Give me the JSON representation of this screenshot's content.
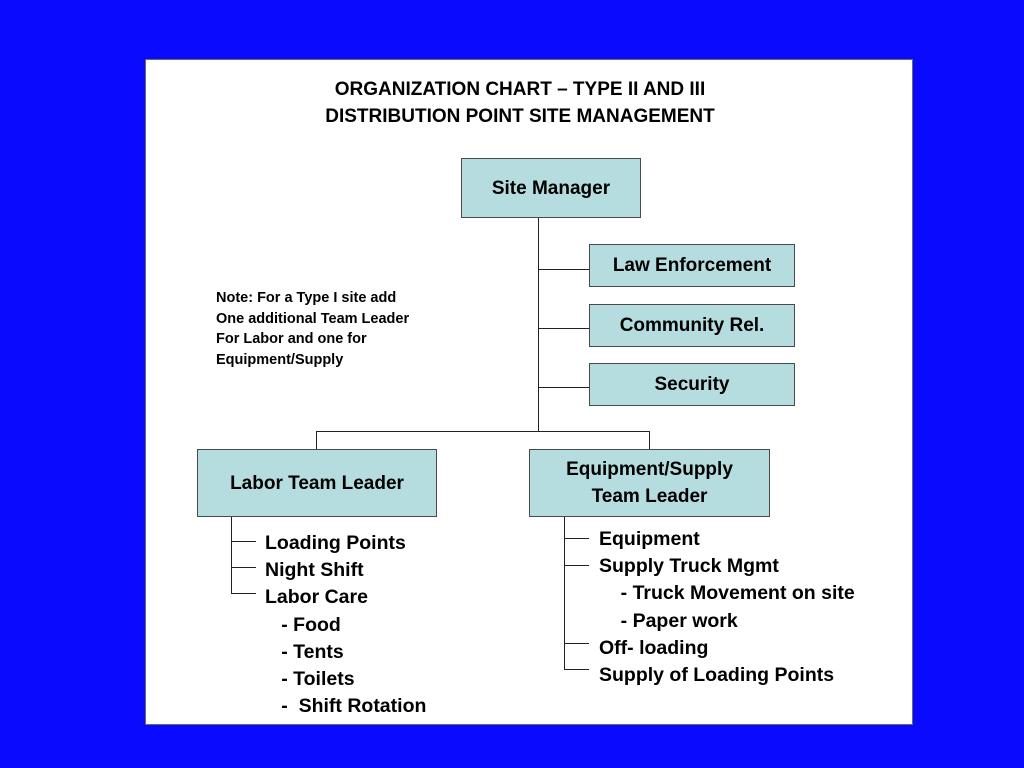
{
  "title": {
    "line1": "ORGANIZATION CHART – TYPE II AND III",
    "line2": "DISTRIBUTION  POINT SITE MANAGEMENT"
  },
  "nodes": {
    "site_manager": "Site Manager",
    "law_enforcement": "Law Enforcement",
    "community_rel": "Community Rel.",
    "security": "Security",
    "labor_team_leader": "Labor Team Leader",
    "equipment_supply_line1": "Equipment/Supply",
    "equipment_supply_line2": "Team Leader"
  },
  "note": [
    "Note: For a Type I site add",
    "One additional Team Leader",
    "For Labor and one for",
    "Equipment/Supply"
  ],
  "labor_list": [
    "Loading Points",
    "Night Shift",
    "Labor Care",
    "   - Food",
    "   - Tents",
    "   - Toilets",
    "   -  Shift Rotation"
  ],
  "equipment_list": [
    "Equipment",
    "Supply Truck Mgmt",
    "    - Truck Movement on site",
    "    - Paper work",
    "Off- loading",
    "Supply of Loading Points"
  ],
  "colors": {
    "background": "#0a0aff",
    "box_fill": "#b5dde0"
  }
}
